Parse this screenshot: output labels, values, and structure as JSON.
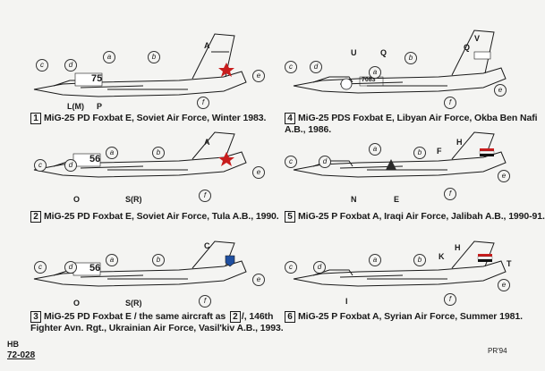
{
  "panels": [
    {
      "number": "1",
      "caption_lines": [
        "MiG-25 PD Foxbat E, Soviet Air Force, Winter 1983."
      ],
      "labels": [
        "A",
        "a",
        "b",
        "c",
        "d",
        "e",
        "f",
        "L(M)",
        "P"
      ],
      "tail_code": "75"
    },
    {
      "number": "2",
      "caption_lines": [
        "MiG-25 PD Foxbat E, Soviet Air Force, Tula A.B., 1990."
      ],
      "labels": [
        "A",
        "a",
        "b",
        "c",
        "d",
        "e",
        "f",
        "O",
        "S(R)"
      ],
      "tail_code": "56"
    },
    {
      "number": "3",
      "caption_lines": [
        "MiG-25 PD Foxbat E / the same aircraft as",
        "/, 146th",
        "Fighter Avn. Rgt., Ukrainian Air Force, Vasil'kiv A.B., 1993."
      ],
      "ref_number": "2",
      "labels": [
        "C",
        "a",
        "b",
        "c",
        "d",
        "e",
        "f",
        "O",
        "S(R)"
      ],
      "tail_code": "56"
    },
    {
      "number": "4",
      "caption_lines": [
        "MiG-25 PDS Foxbat E, Libyan Air Force, Okba Ben Nafi",
        "A.B., 1986."
      ],
      "labels": [
        "U",
        "Q",
        "Q",
        "V",
        "a",
        "b",
        "c",
        "d",
        "e",
        "f"
      ],
      "tail_code": "7083"
    },
    {
      "number": "5",
      "caption_lines": [
        "MiG-25 P Foxbat A, Iraqi Air Force, Jalibah A.B., 1990-91."
      ],
      "labels": [
        "H",
        "F",
        "N",
        "E",
        "a",
        "b",
        "c",
        "d",
        "e",
        "f"
      ],
      "tail_code": ""
    },
    {
      "number": "6",
      "caption_lines": [
        "MiG-25 P Foxbat A, Syrian Air Force, Summer 1981."
      ],
      "labels": [
        "H",
        "K",
        "T",
        "I",
        "a",
        "b",
        "c",
        "d",
        "e",
        "f"
      ],
      "tail_code": ""
    }
  ],
  "footer": {
    "logo_text": "HB",
    "code": "72-028",
    "credit": "PR'94"
  },
  "colors": {
    "ink": "#1a1a1a",
    "paper": "#f4f4f2"
  }
}
